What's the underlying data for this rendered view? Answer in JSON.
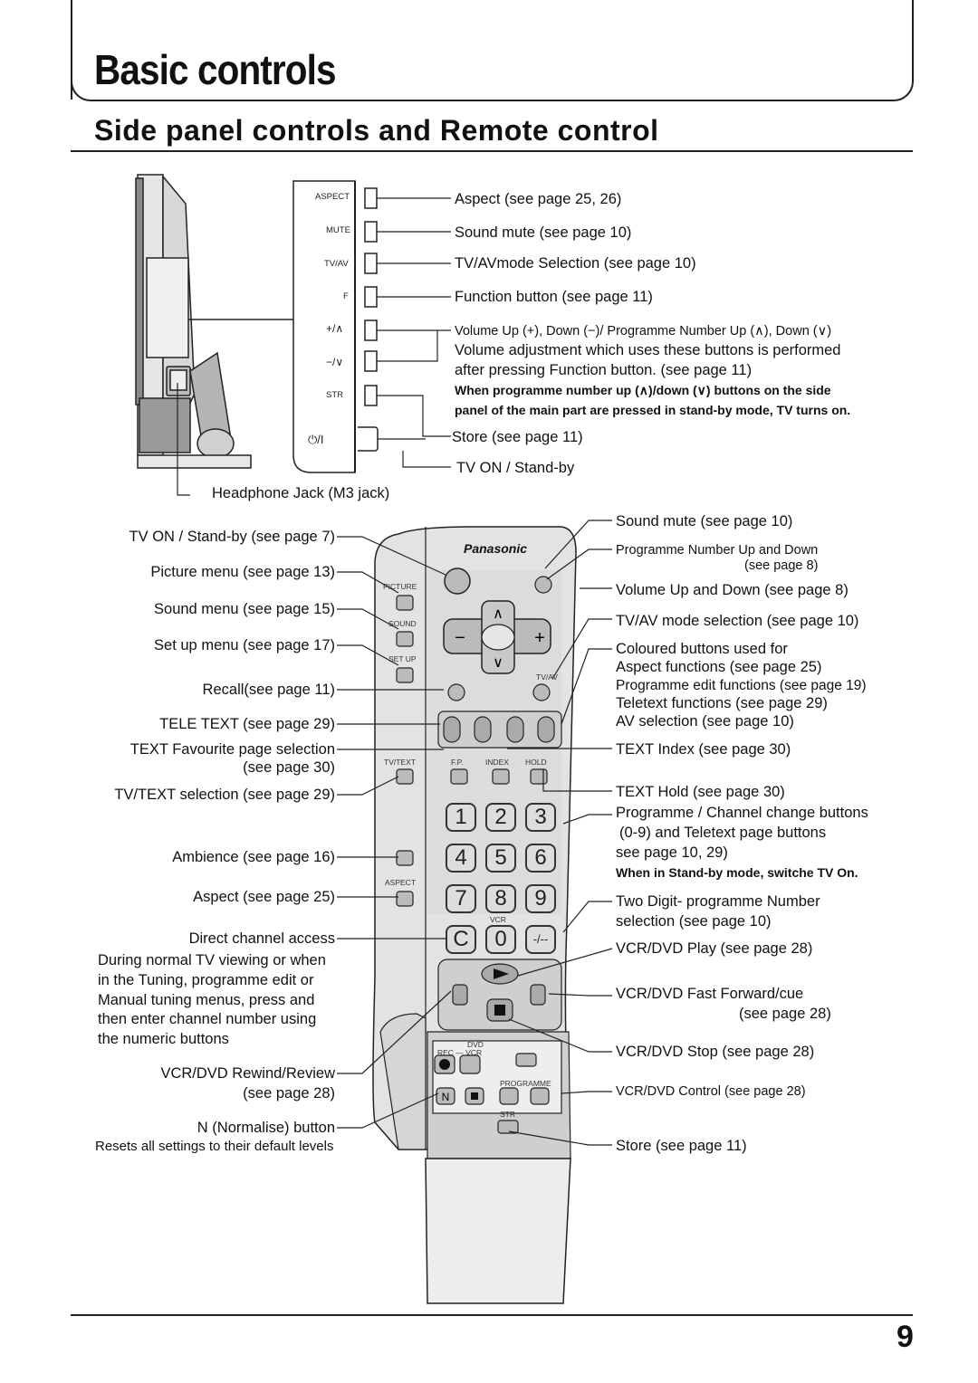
{
  "header": {
    "title": "Basic controls",
    "section_title": "Side panel controls and Remote control",
    "page_number": "9"
  },
  "side_panel": {
    "button_labels": [
      "ASPECT",
      "MUTE",
      "TV/AV",
      "F",
      "+/∧",
      "−/∨",
      "STR",
      "⏻/I"
    ],
    "callouts": {
      "aspect": "Aspect (see page 25, 26)",
      "mute": "Sound mute (see page 10)",
      "tvav": "TV/AVmode Selection (see page 10)",
      "function": "Function button (see page 11)",
      "volume_title": "Volume Up (+), Down (−)/ Programme Number Up (∧), Down (∨)",
      "volume_line1": "Volume adjustment which uses these buttons is performed",
      "volume_line2": "after pressing Function button. (see page 11)",
      "note_line1": "When programme number up (∧)/down (∨) buttons on the side",
      "note_line2": "panel of the main part are pressed in stand-by mode, TV turns on.",
      "store": "Store (see page 11)",
      "power": "TV ON / Stand-by",
      "headphone": "Headphone Jack (M3 jack)"
    }
  },
  "remote": {
    "brand": "Panasonic",
    "labels": {
      "picture": "PICTURE",
      "sound": "SOUND",
      "setup": "SET UP",
      "tvav": "TV/AV",
      "tvtext": "TV/TEXT",
      "fp": "F.P.",
      "index": "INDEX",
      "hold": "HOLD",
      "aspect": "ASPECT",
      "vcr": "VCR",
      "dvd": "DVD",
      "recvcr": "REC — VCR",
      "programme": "PROGRAMME",
      "str": "STR"
    },
    "keys": [
      "1",
      "2",
      "3",
      "4",
      "5",
      "6",
      "7",
      "8",
      "9",
      "C",
      "0",
      "-/--"
    ],
    "left_callouts": {
      "power": "TV ON / Stand-by (see page 7)",
      "picture": "Picture menu (see page 13)",
      "sound": "Sound menu (see page 15)",
      "setup": "Set up menu (see page 17)",
      "recall": "Recall(see page 11)",
      "teletext": "TELE TEXT (see page 29)",
      "favourite_1": "TEXT Favourite page selection",
      "favourite_2": "(see page 30)",
      "tvtext": "TV/TEXT selection (see page 29)",
      "ambience": "Ambience (see page 16)",
      "aspect": "Aspect (see page 25)",
      "direct": "Direct channel access",
      "direct_1": "During normal TV viewing or when",
      "direct_2": "in the Tuning, programme edit or",
      "direct_3": "Manual tuning menus, press and",
      "direct_4": "then enter channel number using",
      "direct_5": "the numeric buttons",
      "rewind_1": "VCR/DVD Rewind/Review",
      "rewind_2": "(see page 28)",
      "normalise": "N (Normalise) button",
      "normalise_note": "Resets all settings to their default levels"
    },
    "right_callouts": {
      "mute": "Sound mute (see page 10)",
      "prog_1": "Programme Number Up and Down",
      "prog_2": "(see page 8)",
      "volume": "Volume Up and Down (see page 8)",
      "tvav": "TV/AV mode selection (see page 10)",
      "coloured_1": "Coloured buttons used for",
      "coloured_2": "Aspect functions (see page 25)",
      "coloured_3": "Programme edit functions (see page 19)",
      "coloured_4": "Teletext functions (see page 29)",
      "coloured_5": "AV selection (see page 10)",
      "index": "TEXT Index (see page 30)",
      "hold": "TEXT Hold (see page 30)",
      "channel_1": "Programme / Channel change buttons",
      "channel_2": "(0-9) and Teletext page buttons",
      "channel_3": "see page 10, 29)",
      "channel_note": "When in Stand-by mode, switche TV On.",
      "twodigit_1": "Two Digit- programme Number",
      "twodigit_2": "selection (see page 10)",
      "play": "VCR/DVD Play (see page 28)",
      "ff_1": "VCR/DVD Fast Forward/cue",
      "ff_2": "(see page 28)",
      "stop": "VCR/DVD Stop (see page 28)",
      "control": "VCR/DVD Control (see page 28)",
      "store": "Store (see page 11)"
    }
  }
}
